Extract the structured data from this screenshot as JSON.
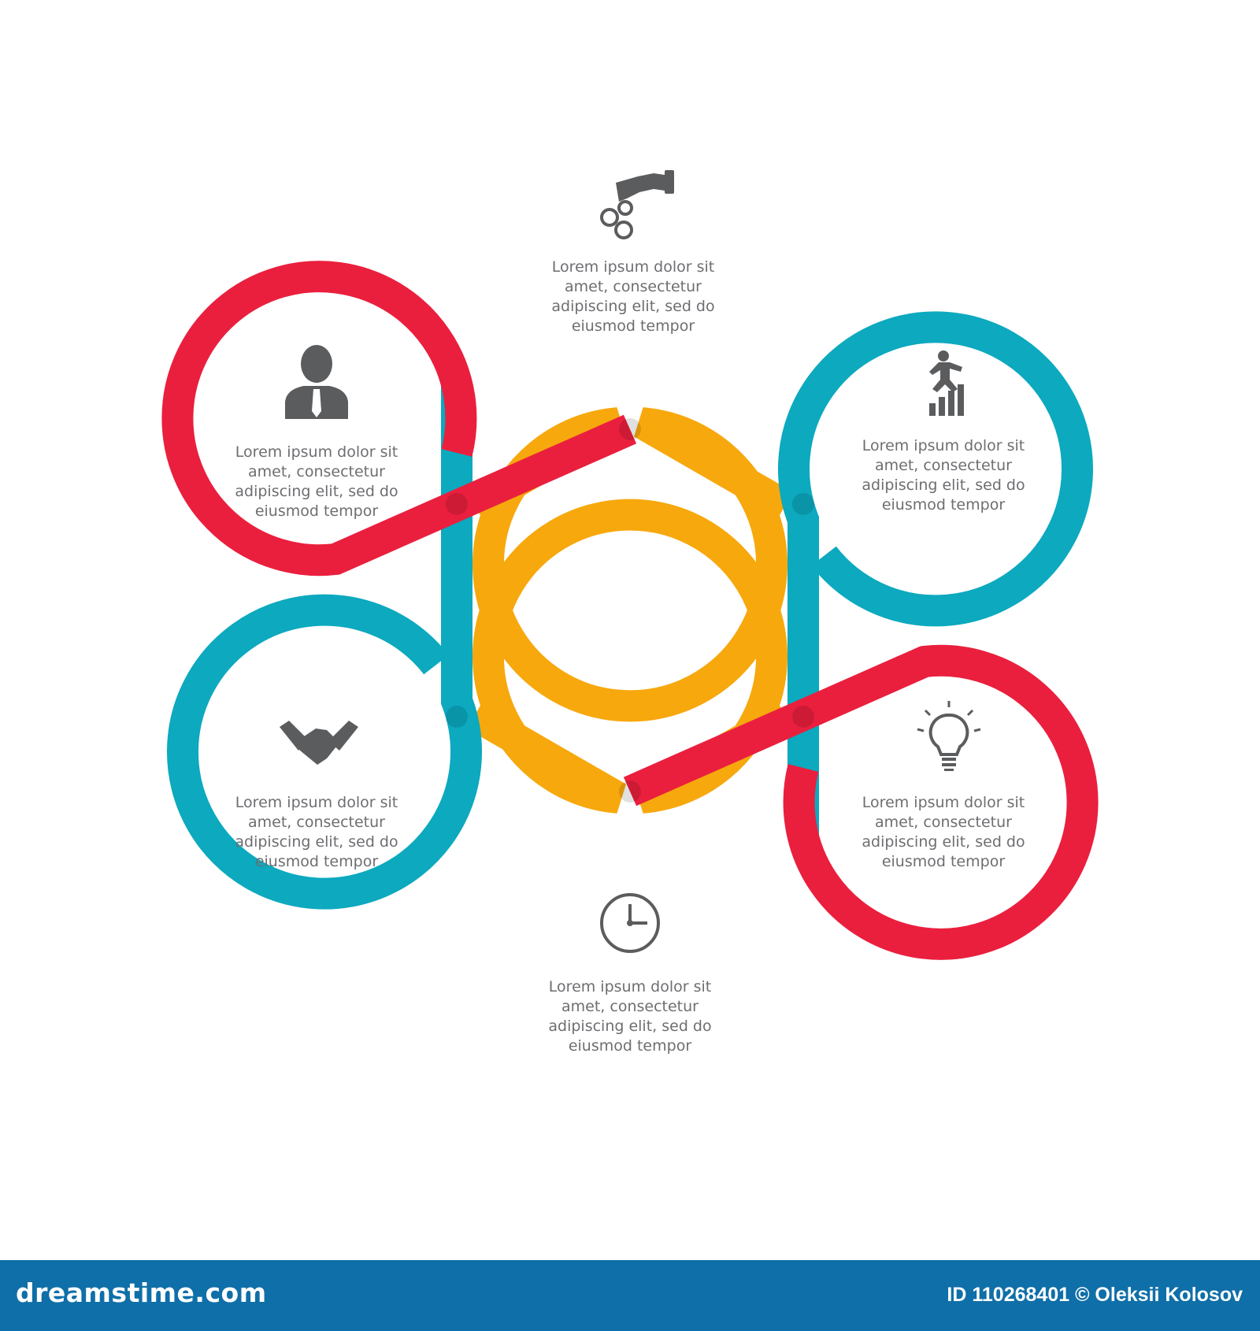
{
  "colors": {
    "orange": "#f7a80d",
    "red": "#ea1f3e",
    "teal": "#0ca9bf",
    "icon_gray": "#5b5c5e",
    "text_gray": "#6d6e71",
    "footer_blue": "#0f6fa8"
  },
  "items": [
    {
      "position": "top",
      "color": "orange",
      "icon": "hand-gears-icon",
      "lines": [
        "Lorem ipsum dolor sit",
        "amet, consectetur",
        "adipiscing elit, sed do",
        "eiusmod tempor"
      ]
    },
    {
      "position": "upper-left",
      "color": "red",
      "icon": "businessman-icon",
      "lines": [
        "Lorem ipsum dolor sit",
        "amet, consectetur",
        "adipiscing elit, sed do",
        "eiusmod tempor"
      ]
    },
    {
      "position": "upper-right",
      "color": "teal",
      "icon": "climbing-graph-icon",
      "lines": [
        "Lorem ipsum dolor sit",
        "amet, consectetur",
        "adipiscing elit, sed do",
        "eiusmod tempor"
      ]
    },
    {
      "position": "lower-left",
      "color": "teal",
      "icon": "handshake-icon",
      "lines": [
        "Lorem ipsum dolor sit",
        "amet, consectetur",
        "adipiscing elit, sed do",
        "eiusmod tempor"
      ]
    },
    {
      "position": "lower-right",
      "color": "red",
      "icon": "lightbulb-icon",
      "lines": [
        "Lorem ipsum dolor sit",
        "amet, consectetur",
        "adipiscing elit, sed do",
        "eiusmod tempor"
      ]
    },
    {
      "position": "bottom",
      "color": "orange",
      "icon": "clock-icon",
      "lines": [
        "Lorem ipsum dolor sit",
        "amet, consectetur",
        "adipiscing elit, sed do",
        "eiusmod tempor"
      ]
    }
  ],
  "footer": {
    "brand": "dreamstime.com",
    "credit": "ID 110268401 © Oleksii Kolosov"
  }
}
